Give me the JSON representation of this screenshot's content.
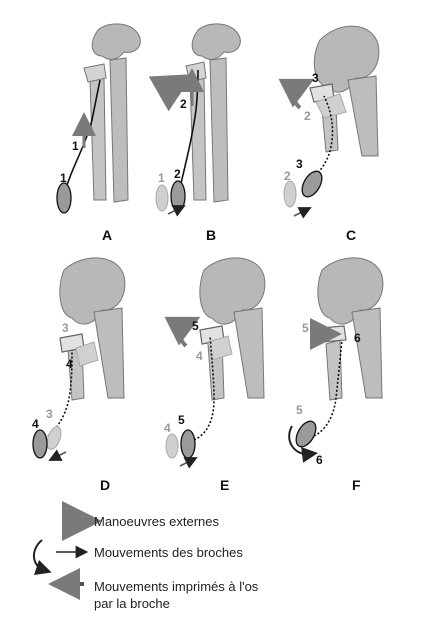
{
  "panels": [
    {
      "letter": "A",
      "labels": [
        "1",
        "1"
      ]
    },
    {
      "letter": "B",
      "labels": [
        "2",
        "2",
        "1"
      ]
    },
    {
      "letter": "C",
      "labels": [
        "3",
        "2",
        "3",
        "2"
      ]
    },
    {
      "letter": "D",
      "labels": [
        "3",
        "4",
        "4",
        "3"
      ]
    },
    {
      "letter": "E",
      "labels": [
        "5",
        "4",
        "5",
        "4"
      ]
    },
    {
      "letter": "F",
      "labels": [
        "5",
        "6",
        "5",
        "6"
      ]
    }
  ],
  "legend": {
    "external_maneuvers": "Manoeuvres externes",
    "pin_movements": "Mouvements des broches",
    "bone_movements_line1": "Mouvements  imprimés à l'os",
    "bone_movements_line2": "par la broche"
  },
  "colors": {
    "bone": "#b0b0b0",
    "bone_dark": "#8a8a8a",
    "bone_light": "#d4d4d4",
    "arrow": "#7a7a7a",
    "pin": "#111111",
    "label_gray": "#999999"
  }
}
